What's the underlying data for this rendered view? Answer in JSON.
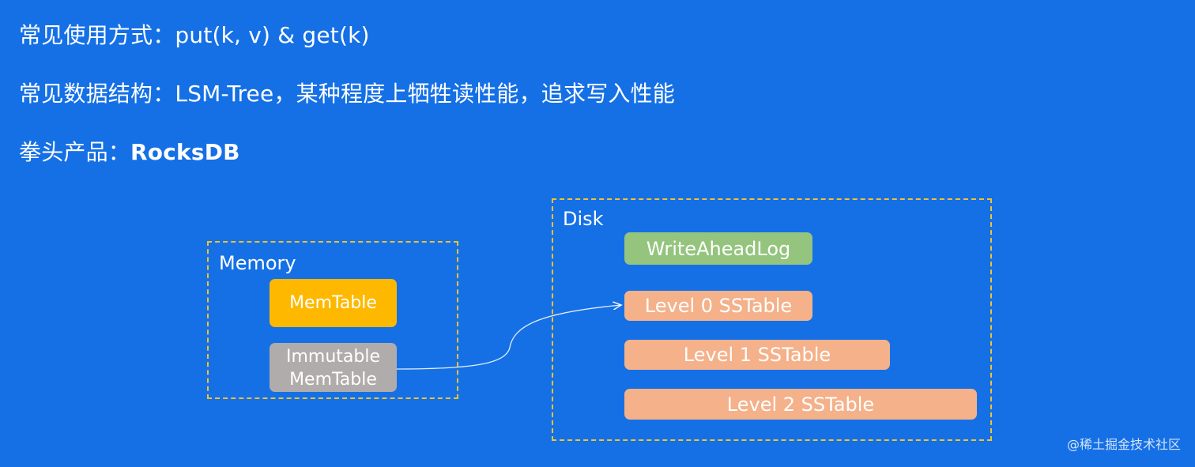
{
  "text_lines": {
    "line1": {
      "text": "常见使用方式：put(k, v) & get(k)"
    },
    "line2": {
      "text": "常见数据结构：LSM-Tree，某种程度上牺牲读性能，追求写入性能"
    },
    "line3": {
      "prefix": "拳头产品：",
      "highlight": "RocksDB"
    }
  },
  "diagram": {
    "memory": {
      "title": "Memory",
      "nodes": {
        "memtable": "MemTable",
        "immutable_line1": "Immutable",
        "immutable_line2": "MemTable"
      }
    },
    "disk": {
      "title": "Disk",
      "nodes": {
        "wal": "WriteAheadLog",
        "level0": "Level 0 SSTable",
        "level1": "Level 1 SSTable",
        "level2": "Level 2 SSTable"
      }
    }
  },
  "watermark": "@稀土掘金技术社区",
  "colors": {
    "background": "#1570e6",
    "dashed_border": "#f1c232",
    "memtable": "#ffb800",
    "immutable": "#b0acab",
    "wal": "#94c47d",
    "sstable": "#f4b18a"
  }
}
